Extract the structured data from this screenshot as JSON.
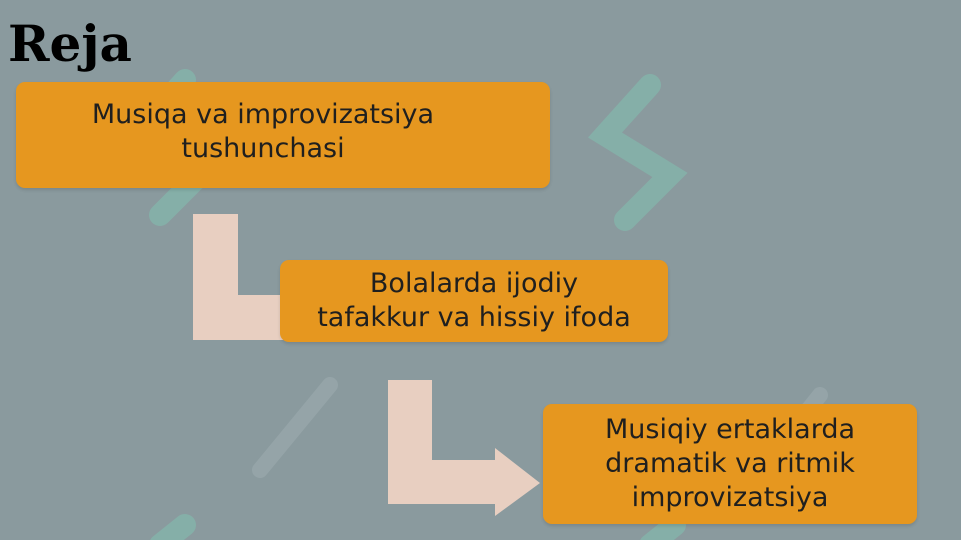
{
  "slide": {
    "title": "Reja"
  },
  "steps": [
    {
      "line1": "Musiqa va improvizatsiya",
      "line2": "tushunchasi",
      "line3": ""
    },
    {
      "line1": "Bolalarda ijodiy",
      "line2": "tafakkur va hissiy ifoda",
      "line3": ""
    },
    {
      "line1": "Musiqiy ertaklarda",
      "line2": "dramatik va ritmik",
      "line3": "improvizatsiya"
    }
  ],
  "colors": {
    "background": "#8a9a9e",
    "box_fill": "#e6971f",
    "arrow_fill": "#e8cfc1",
    "watermark": "#7fc9b4"
  },
  "icons": {
    "arrow_1": "bent-arrow-right",
    "arrow_2": "bent-arrow-right"
  }
}
